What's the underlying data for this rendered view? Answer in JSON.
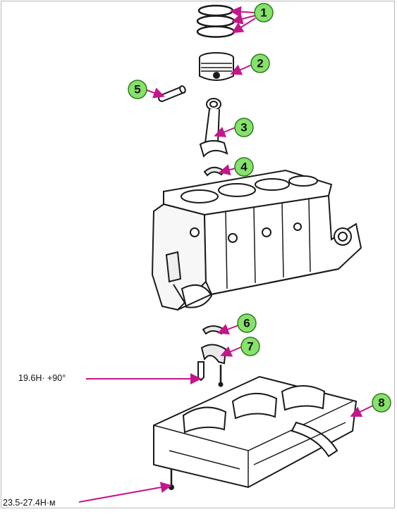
{
  "callouts": [
    {
      "id": "1",
      "label": "1"
    },
    {
      "id": "2",
      "label": "2"
    },
    {
      "id": "3",
      "label": "3"
    },
    {
      "id": "4",
      "label": "4"
    },
    {
      "id": "5",
      "label": "5"
    },
    {
      "id": "6",
      "label": "6"
    },
    {
      "id": "7",
      "label": "7"
    },
    {
      "id": "8",
      "label": "8"
    }
  ],
  "torque_specs": {
    "main_bolt": "19.6Н· +90°",
    "pan_bolt": "23.5-27.4Н·м"
  },
  "colors": {
    "callout_fill": "#86e26a",
    "callout_stroke": "#2f7a1f",
    "leader": "#c4168a",
    "line_art": "#1a1a1a"
  }
}
